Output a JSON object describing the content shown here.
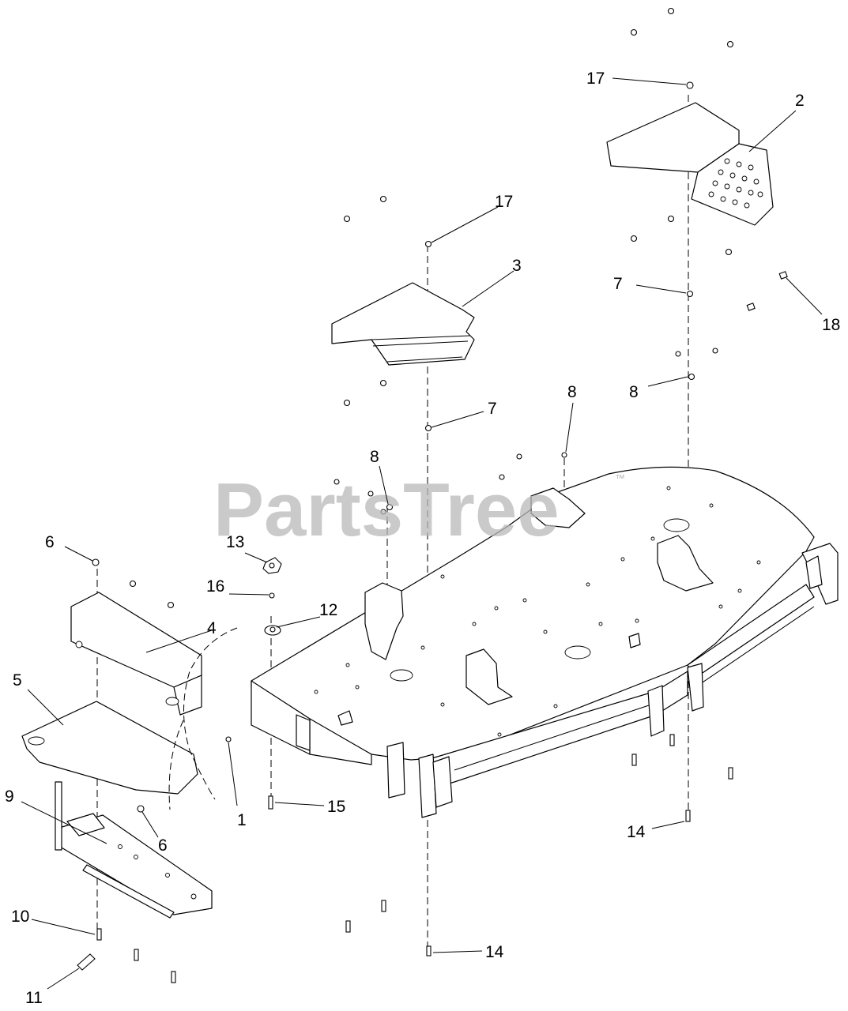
{
  "watermark": {
    "text": "PartsTree",
    "mark": "™"
  },
  "callouts": {
    "c1": "1",
    "c2": "2",
    "c3": "3",
    "c4": "4",
    "c5": "5",
    "c6a": "6",
    "c6b": "6",
    "c7a": "7",
    "c7b": "7",
    "c8a": "8",
    "c8b": "8",
    "c8c": "8",
    "c9": "9",
    "c10": "10",
    "c11": "11",
    "c12": "12",
    "c13": "13",
    "c14a": "14",
    "c14b": "14",
    "c15": "15",
    "c16": "16",
    "c17a": "17",
    "c17b": "17",
    "c18": "18"
  },
  "colors": {
    "line": "#000000",
    "background": "#ffffff",
    "watermark": "#b9b9b9"
  }
}
